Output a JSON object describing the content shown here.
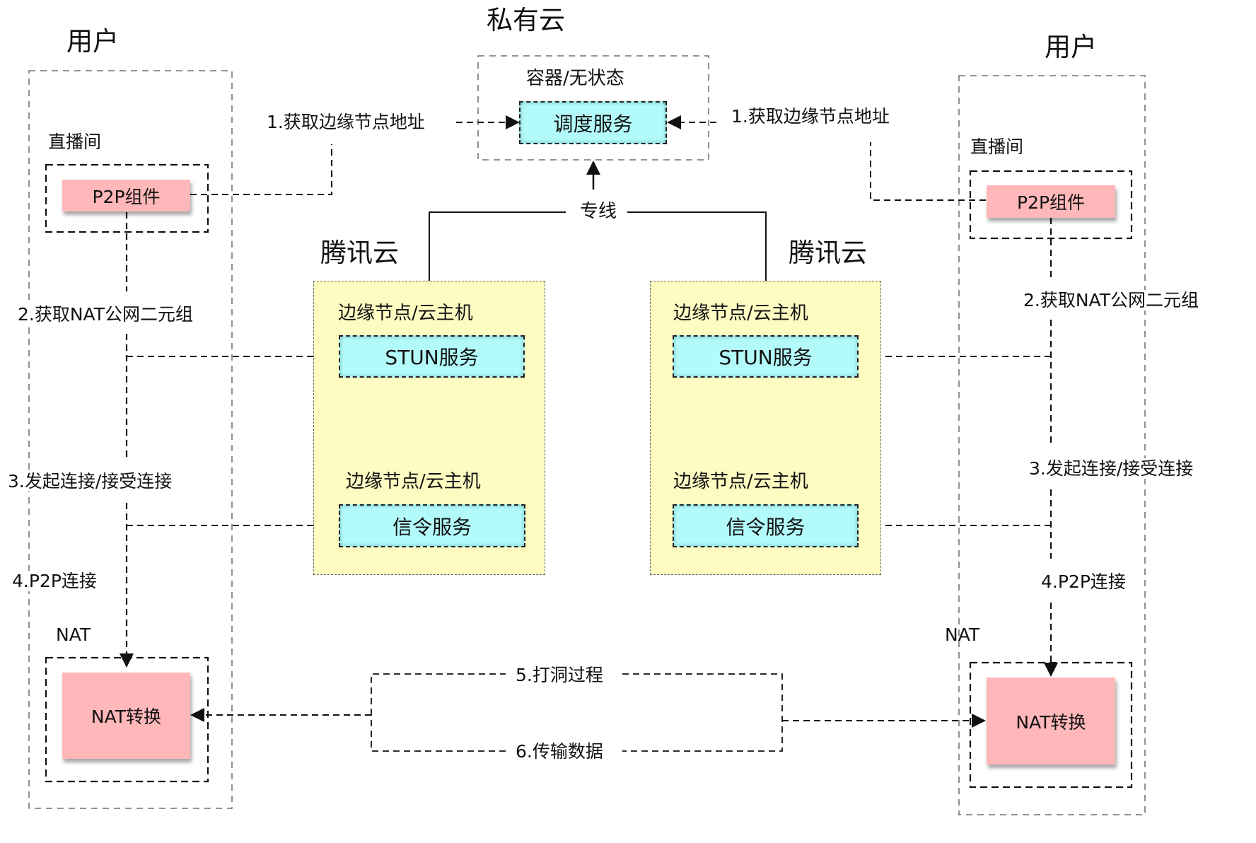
{
  "diagram": {
    "private_cloud": {
      "title": "私有云",
      "container_label": "容器/无状态",
      "service": "调度服务",
      "dedicated_line_label": "专线"
    },
    "tencent_cloud_left": {
      "title": "腾讯云",
      "nodes": [
        {
          "label": "边缘节点/云主机",
          "service": "STUN服务"
        },
        {
          "label": "边缘节点/云主机",
          "service": "信令服务"
        }
      ]
    },
    "tencent_cloud_right": {
      "title": "腾讯云",
      "nodes": [
        {
          "label": "边缘节点/云主机",
          "service": "STUN服务"
        },
        {
          "label": "边缘节点/云主机",
          "service": "信令服务"
        }
      ]
    },
    "user_left": {
      "title": "用户",
      "room_label": "直播间",
      "component": "P2P组件",
      "nat_label": "NAT",
      "nat_box": "NAT转换",
      "steps": {
        "step1": "1.获取边缘节点地址",
        "step2": "2.获取NAT公网二元组",
        "step3": "3.发起连接/接受连接",
        "step4": "4.P2P连接"
      }
    },
    "user_right": {
      "title": "用户",
      "room_label": "直播间",
      "component": "P2P组件",
      "nat_label": "NAT",
      "nat_box": "NAT转换",
      "steps": {
        "step1": "1.获取边缘节点地址",
        "step2": "2.获取NAT公网二元组",
        "step3": "3.发起连接/接受连接",
        "step4": "4.P2P连接"
      }
    },
    "hole_punch": {
      "step5": "5.打洞过程",
      "step6": "6.传输数据"
    },
    "colors": {
      "component_fill": "#ffb7b9",
      "service_fill": "#b3fbfb",
      "cloud_fill": "#fffcc2",
      "line": "#111111"
    }
  }
}
